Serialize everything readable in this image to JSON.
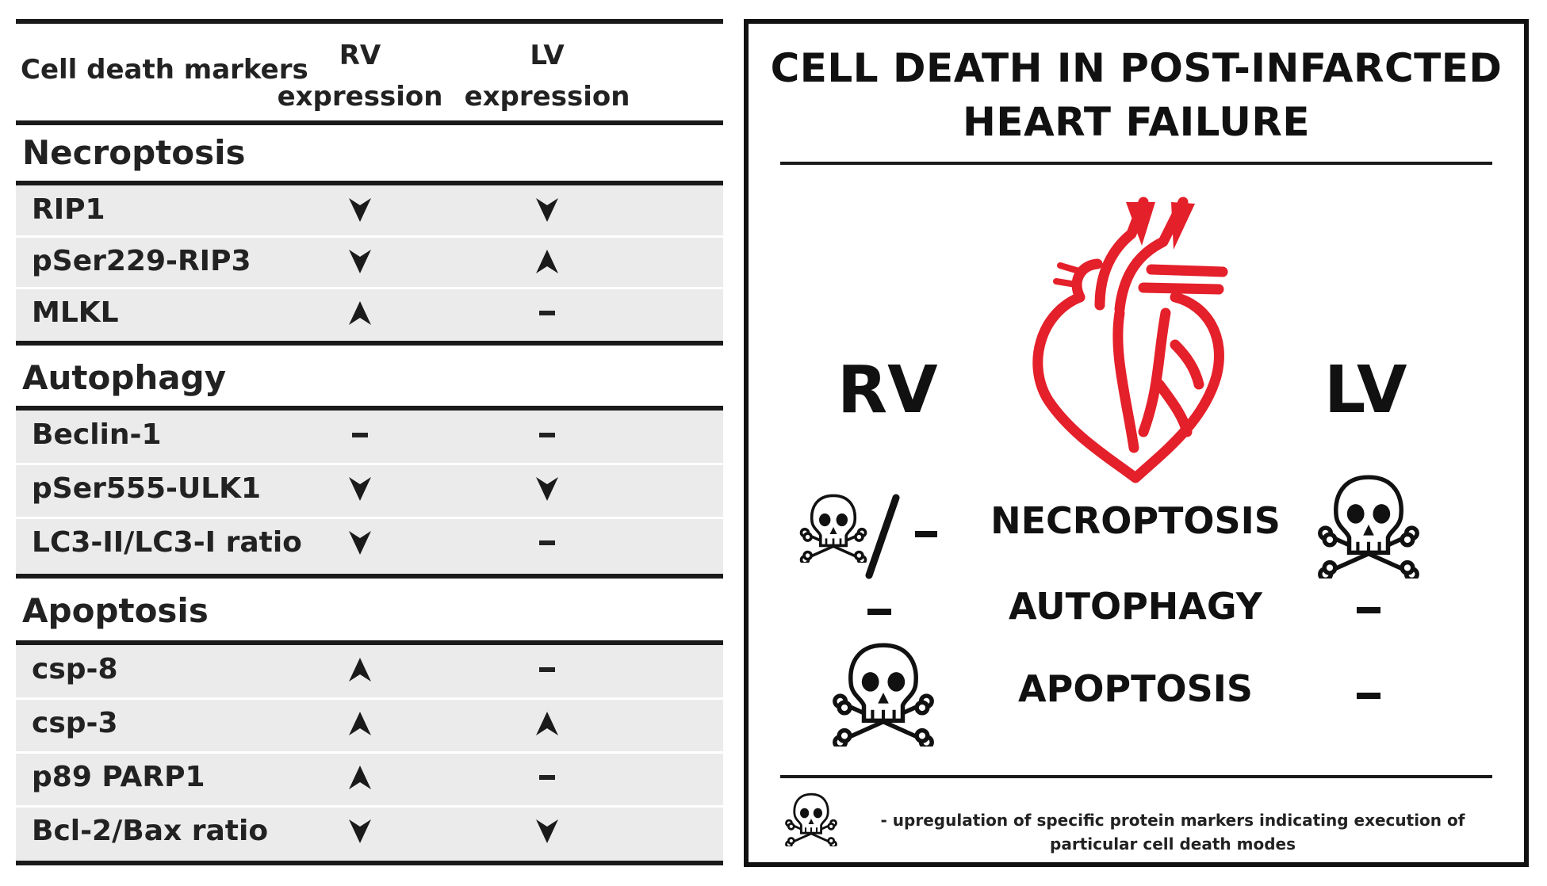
{
  "table": {
    "header": {
      "markers": "Cell death markers",
      "rv": "RV\nexpression",
      "lv": "LV\nexpression"
    },
    "sections": [
      {
        "title": "Necroptosis",
        "rows": [
          {
            "marker": "RIP1",
            "rv": "down",
            "lv": "down"
          },
          {
            "marker": "pSer229-RIP3",
            "rv": "down",
            "lv": "up"
          },
          {
            "marker": "MLKL",
            "rv": "up",
            "lv": "none"
          }
        ]
      },
      {
        "title": "Autophagy",
        "rows": [
          {
            "marker": "Beclin-1",
            "rv": "none",
            "lv": "none"
          },
          {
            "marker": "pSer555-ULK1",
            "rv": "down",
            "lv": "down"
          },
          {
            "marker": "LC3-II/LC3-I ratio",
            "rv": "down",
            "lv": "none"
          }
        ]
      },
      {
        "title": "Apoptosis",
        "rows": [
          {
            "marker": "csp-8",
            "rv": "up",
            "lv": "none"
          },
          {
            "marker": "csp-3",
            "rv": "up",
            "lv": "up"
          },
          {
            "marker": "p89 PARP1",
            "rv": "up",
            "lv": "none"
          },
          {
            "marker": "Bcl-2/Bax ratio",
            "rv": "down",
            "lv": "down"
          }
        ]
      }
    ]
  },
  "panel": {
    "title_line1": "CELL DEATH IN POST-INFARCTED",
    "title_line2": "HEART FAILURE",
    "rv_label": "RV",
    "lv_label": "LV",
    "modes": [
      {
        "name": "NECROPTOSIS",
        "rv": "skull-or-none",
        "lv": "skull"
      },
      {
        "name": "AUTOPHAGY",
        "rv": "none",
        "lv": "none"
      },
      {
        "name": "APOPTOSIS",
        "rv": "skull",
        "lv": "none"
      }
    ],
    "legend_line1": "- upregulation of specific protein markers indicating execution of",
    "legend_line2": "particular cell death modes"
  },
  "icons": {
    "heart": "heart-icon",
    "skull": "skull-crossbones-icon",
    "up": "arrow-up-icon",
    "down": "arrow-down-icon",
    "none": "dash-icon"
  },
  "colors": {
    "heart": "#e4202a",
    "text": "#111111",
    "row_bg": "#ebebeb"
  }
}
